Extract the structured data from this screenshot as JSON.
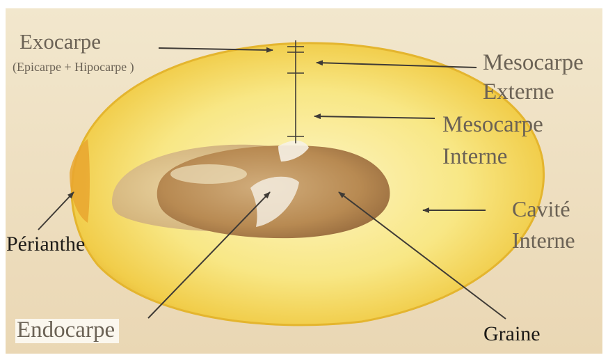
{
  "labels": {
    "exocarpe": "Exocarpe",
    "exocarpe_detail": "(Epicarpe  + Hipocarpe )",
    "mesocarpe_externe_1": "Mesocarpe",
    "mesocarpe_externe_2": "Externe",
    "mesocarpe_interne_1": "Mesocarpe",
    "mesocarpe_interne_2": "Interne",
    "cavite_1": "Cavité",
    "cavite_2": "Interne",
    "perianthe": "Périanthe",
    "endocarpe": "Endocarpe",
    "graine": "Graine"
  },
  "colors": {
    "background": "#efe1c4",
    "fruit_flesh": "#f7e27a",
    "fruit_rim": "#e8b830",
    "seed": "#b9894f",
    "arrow": "#3f3b36"
  }
}
